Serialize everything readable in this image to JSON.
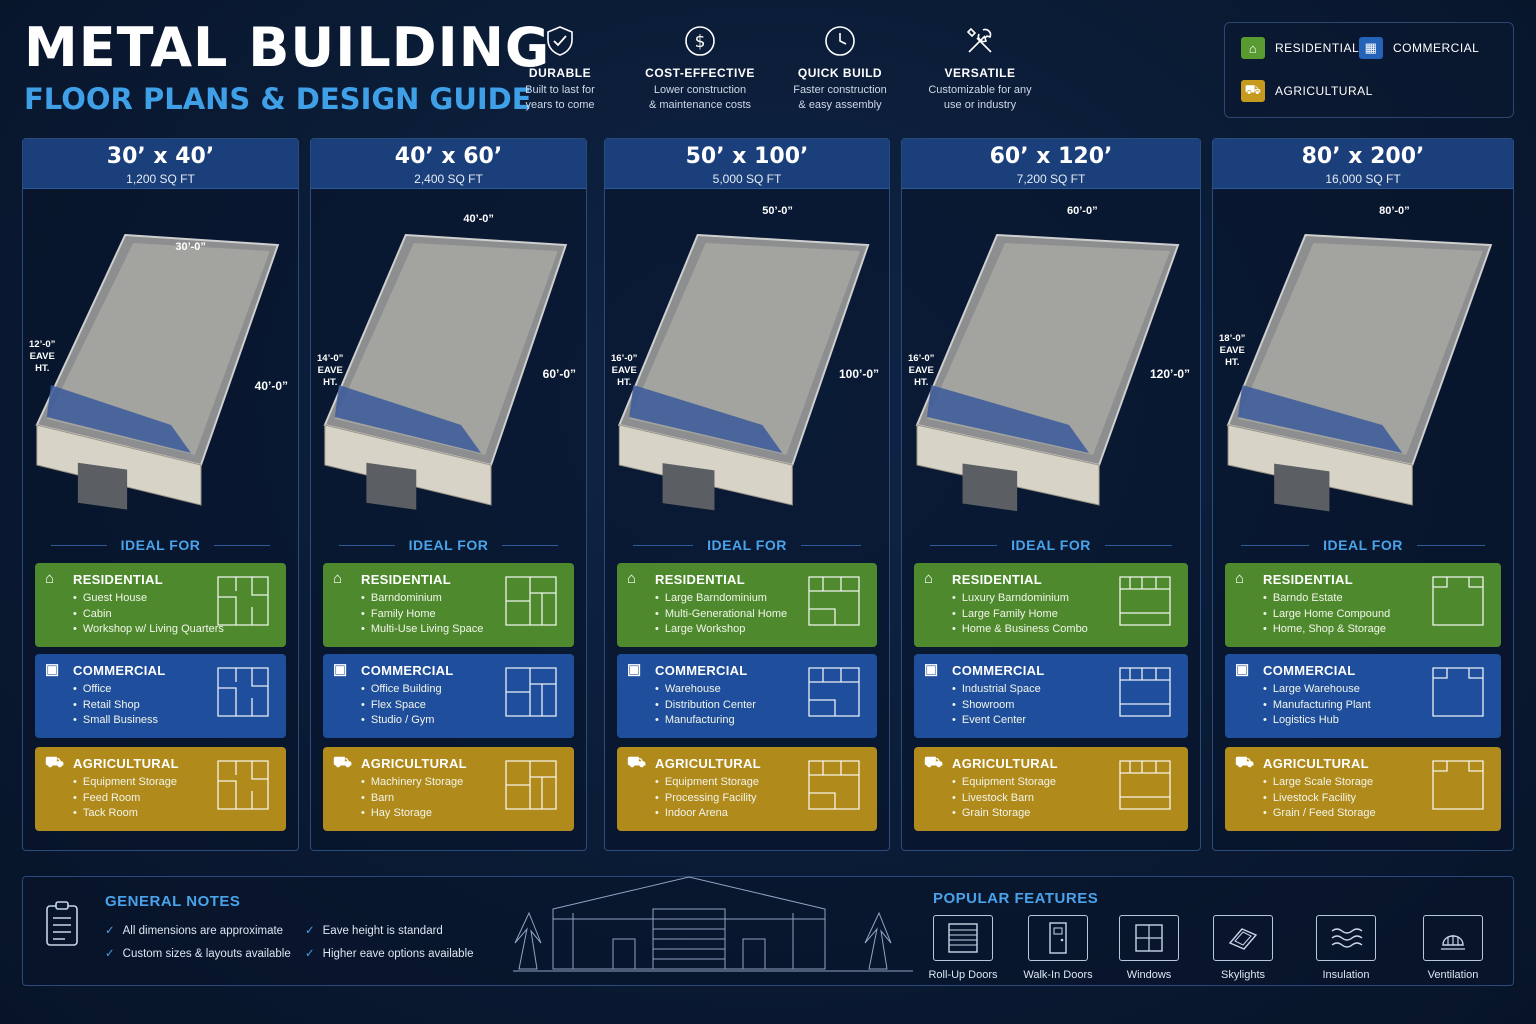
{
  "header": {
    "title": "METAL BUILDING",
    "subtitle": "FLOOR PLANS & DESIGN GUIDE"
  },
  "benefits": [
    {
      "icon": "shield-check-icon",
      "title": "DURABLE",
      "line1": "Built to last for",
      "line2": "years to come"
    },
    {
      "icon": "dollar-coin-icon",
      "title": "COST-EFFECTIVE",
      "line1": "Lower construction",
      "line2": "& maintenance costs"
    },
    {
      "icon": "clock-icon",
      "title": "QUICK BUILD",
      "line1": "Faster construction",
      "line2": "& easy assembly"
    },
    {
      "icon": "tools-icon",
      "title": "VERSATILE",
      "line1": "Customizable for any",
      "line2": "use or industry"
    }
  ],
  "legend": {
    "residential": "RESIDENTIAL",
    "commercial": "COMMERCIAL",
    "agricultural": "AGRICULTURAL"
  },
  "colors": {
    "residential": "#4e8a2d",
    "commercial": "#1f4f9c",
    "agricultural": "#b08a1b",
    "accent": "#4aa3ea",
    "header": "#1b3f7a"
  },
  "ideal_for_label": "IDEAL FOR",
  "columns": [
    {
      "dim": "30’ x 40’",
      "sqft": "1,200 SQ FT",
      "width_label": "30’-0”",
      "length_label": "40’-0”",
      "eave": [
        "12’-0”",
        "EAVE",
        "HT."
      ],
      "residential": {
        "title": "RESIDENTIAL",
        "items": [
          "Guest House",
          "Cabin",
          "Workshop w/ Living Quarters"
        ]
      },
      "commercial": {
        "title": "COMMERCIAL",
        "items": [
          "Office",
          "Retail Shop",
          "Small Business"
        ]
      },
      "agricultural": {
        "title": "AGRICULTURAL",
        "items": [
          "Equipment Storage",
          "Feed Room",
          "Tack Room"
        ]
      }
    },
    {
      "dim": "40’ x 60’",
      "sqft": "2,400 SQ FT",
      "width_label": "40’-0”",
      "length_label": "60’-0”",
      "eave": [
        "14’-0”",
        "EAVE",
        "HT."
      ],
      "residential": {
        "title": "RESIDENTIAL",
        "items": [
          "Barndominium",
          "Family Home",
          "Multi-Use Living Space"
        ]
      },
      "commercial": {
        "title": "COMMERCIAL",
        "items": [
          "Office Building",
          "Flex Space",
          "Studio / Gym"
        ]
      },
      "agricultural": {
        "title": "AGRICULTURAL",
        "items": [
          "Machinery Storage",
          "Barn",
          "Hay Storage"
        ]
      }
    },
    {
      "dim": "50’ x 100’",
      "sqft": "5,000 SQ FT",
      "width_label": "50’-0”",
      "length_label": "100’-0”",
      "eave": [
        "16’-0”",
        "EAVE",
        "HT."
      ],
      "residential": {
        "title": "RESIDENTIAL",
        "items": [
          "Large Barndominium",
          "Multi-Generational Home",
          "Large Workshop"
        ]
      },
      "commercial": {
        "title": "COMMERCIAL",
        "items": [
          "Warehouse",
          "Distribution Center",
          "Manufacturing"
        ]
      },
      "agricultural": {
        "title": "AGRICULTURAL",
        "items": [
          "Equipment Storage",
          "Processing Facility",
          "Indoor Arena"
        ]
      }
    },
    {
      "dim": "60’ x 120’",
      "sqft": "7,200 SQ FT",
      "width_label": "60’-0”",
      "length_label": "120’-0”",
      "eave": [
        "16’-0”",
        "EAVE",
        "HT."
      ],
      "residential": {
        "title": "RESIDENTIAL",
        "items": [
          "Luxury Barndominium",
          "Large Family Home",
          "Home & Business Combo"
        ]
      },
      "commercial": {
        "title": "COMMERCIAL",
        "items": [
          "Industrial Space",
          "Showroom",
          "Event Center"
        ]
      },
      "agricultural": {
        "title": "AGRICULTURAL",
        "items": [
          "Equipment Storage",
          "Livestock Barn",
          "Grain Storage"
        ]
      }
    },
    {
      "dim": "80’ x 200’",
      "sqft": "16,000 SQ FT",
      "width_label": "80’-0”",
      "length_label": "",
      "eave": [
        "18’-0”",
        "EAVE",
        "HT."
      ],
      "residential": {
        "title": "RESIDENTIAL",
        "items": [
          "Barndo Estate",
          "Large Home Compound",
          "Home, Shop & Storage"
        ]
      },
      "commercial": {
        "title": "COMMERCIAL",
        "items": [
          "Large Warehouse",
          "Manufacturing Plant",
          "Logistics Hub"
        ]
      },
      "agricultural": {
        "title": "AGRICULTURAL",
        "items": [
          "Large Scale Storage",
          "Livestock Facility",
          "Grain / Feed Storage"
        ]
      }
    }
  ],
  "notes": {
    "title": "GENERAL NOTES",
    "items": [
      "All dimensions are approximate",
      "Custom sizes & layouts available",
      "Eave height is standard",
      "Higher eave options available"
    ]
  },
  "features": {
    "title": "POPULAR FEATURES",
    "items": [
      {
        "icon": "rollup-door-icon",
        "label": "Roll-Up Doors"
      },
      {
        "icon": "walk-in-door-icon",
        "label": "Walk-In Doors"
      },
      {
        "icon": "window-icon",
        "label": "Windows"
      },
      {
        "icon": "skylight-icon",
        "label": "Skylights"
      },
      {
        "icon": "insulation-icon",
        "label": "Insulation"
      },
      {
        "icon": "ventilation-icon",
        "label": "Ventilation"
      }
    ]
  }
}
